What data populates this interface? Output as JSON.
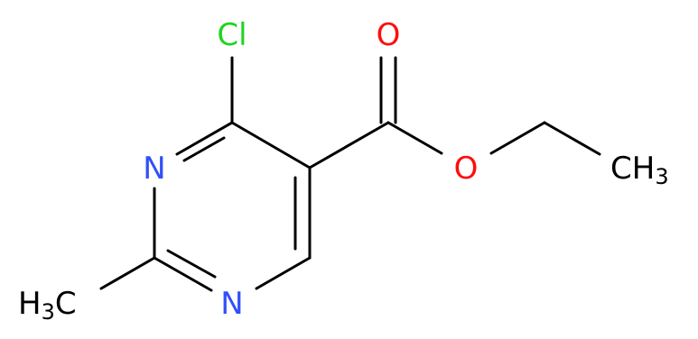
{
  "molecule": {
    "atoms": {
      "cl": {
        "text": "Cl",
        "color": "#1fd41f"
      },
      "o_carbonyl": {
        "text": "O",
        "color": "#ff0d0d"
      },
      "o_ester": {
        "text": "O",
        "color": "#ff0d0d"
      },
      "n_top": {
        "text": "N",
        "color": "#3050f8"
      },
      "n_bottom": {
        "text": "N",
        "color": "#3050f8"
      },
      "ch3_right": {
        "main": "CH",
        "sub": "3",
        "color": "#000000"
      },
      "h3c_left": {
        "main": "H",
        "sub": "3",
        "tail": "C",
        "color": "#000000"
      }
    },
    "bond_color": "#000000"
  }
}
